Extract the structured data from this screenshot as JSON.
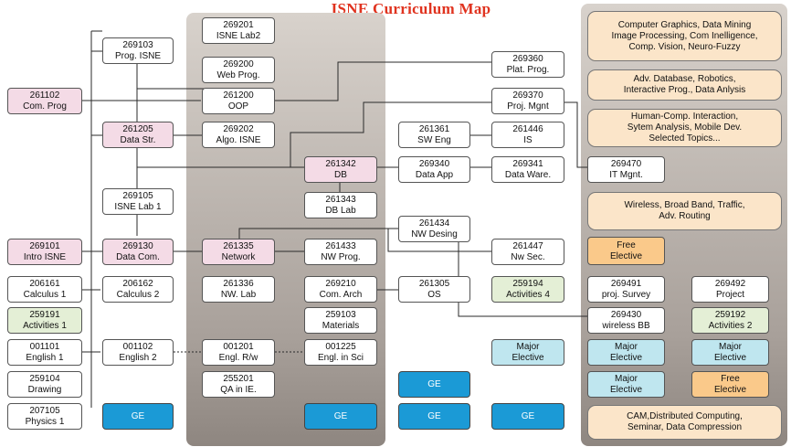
{
  "title": "ISNE Curriculum Map",
  "courses": {
    "c261102": {
      "code": "261102",
      "name": "Com. Prog"
    },
    "c269103": {
      "code": "269103",
      "name": "Prog. ISNE"
    },
    "c269201": {
      "code": "269201",
      "name": "ISNE Lab2"
    },
    "c269200": {
      "code": "269200",
      "name": "Web Prog."
    },
    "c261200": {
      "code": "261200",
      "name": "OOP"
    },
    "c261205": {
      "code": "261205",
      "name": "Data Str."
    },
    "c269202": {
      "code": "269202",
      "name": "Algo. ISNE"
    },
    "c269105": {
      "code": "269105",
      "name": "ISNE Lab 1"
    },
    "c269101": {
      "code": "269101",
      "name": "Intro ISNE"
    },
    "c269130": {
      "code": "269130",
      "name": "Data Com."
    },
    "c261335": {
      "code": "261335",
      "name": "Network"
    },
    "c206161": {
      "code": "206161",
      "name": "Calculus 1"
    },
    "c206162": {
      "code": "206162",
      "name": "Calculus 2"
    },
    "c261336": {
      "code": "261336",
      "name": "NW. Lab"
    },
    "c259191": {
      "code": "259191",
      "name": "Activities 1"
    },
    "c001101": {
      "code": "001101",
      "name": "English 1"
    },
    "c001102": {
      "code": "001102",
      "name": "English 2"
    },
    "c001201": {
      "code": "001201",
      "name": "Engl. R/w"
    },
    "c259104": {
      "code": "259104",
      "name": "Drawing"
    },
    "c255201": {
      "code": "255201",
      "name": "QA in IE."
    },
    "c207105": {
      "code": "207105",
      "name": "Physics 1"
    },
    "c261342": {
      "code": "261342",
      "name": "DB"
    },
    "c261343": {
      "code": "261343",
      "name": "DB Lab"
    },
    "c261433": {
      "code": "261433",
      "name": "NW Prog."
    },
    "c269210": {
      "code": "269210",
      "name": "Com. Arch"
    },
    "c259103": {
      "code": "259103",
      "name": "Materials"
    },
    "c001225": {
      "code": "001225",
      "name": "Engl. in Sci"
    },
    "c261361": {
      "code": "261361",
      "name": "SW Eng"
    },
    "c269340": {
      "code": "269340",
      "name": "Data App"
    },
    "c261434": {
      "code": "261434",
      "name": "NW Desing"
    },
    "c261305": {
      "code": "261305",
      "name": "OS"
    },
    "c269360": {
      "code": "269360",
      "name": "Plat. Prog."
    },
    "c269370": {
      "code": "269370",
      "name": "Proj. Mgnt"
    },
    "c261446": {
      "code": "261446",
      "name": "IS"
    },
    "c269341": {
      "code": "269341",
      "name": "Data Ware."
    },
    "c261447": {
      "code": "261447",
      "name": "Nw Sec."
    },
    "c259194": {
      "code": "259194",
      "name": "Activities 4"
    },
    "c269470": {
      "code": "269470",
      "name": "IT Mgnt."
    },
    "c269491": {
      "code": "269491",
      "name": "proj. Survey"
    },
    "c269492": {
      "code": "269492",
      "name": "Project"
    },
    "c269430": {
      "code": "269430",
      "name": "wireless BB"
    },
    "c259192": {
      "code": "259192",
      "name": "Activities 2"
    }
  },
  "electives": {
    "ge": "GE",
    "major_l1": "Major",
    "major_l2": "Elective",
    "free_l1": "Free",
    "free_l2": "Elective"
  },
  "topics": {
    "t1": [
      "Computer Graphics, Data Mining",
      "Image Processing, Com Inelligence,",
      "Comp. Vision, Neuro-Fuzzy"
    ],
    "t2": [
      "Adv. Database, Robotics,",
      "Interactive Prog., Data Anlysis"
    ],
    "t3": [
      "Human-Comp. Interaction,",
      "Sytem Analysis, Mobile Dev.",
      "Selected Topics..."
    ],
    "t4": [
      "Wireless, Broad Band, Traffic,",
      "Adv. Routing"
    ],
    "t5": [
      "CAM,Distributed Computing,",
      "Seminar, Data Compression"
    ]
  },
  "colors": {
    "title": "#e0331f",
    "pink": "#f4dbe6",
    "green": "#e4efd6",
    "light_blue": "#bfe6ef",
    "orange": "#fac98a",
    "blue": "#1b9ad6",
    "peach": "#fbe5c9",
    "panel": "#a8a09a"
  }
}
